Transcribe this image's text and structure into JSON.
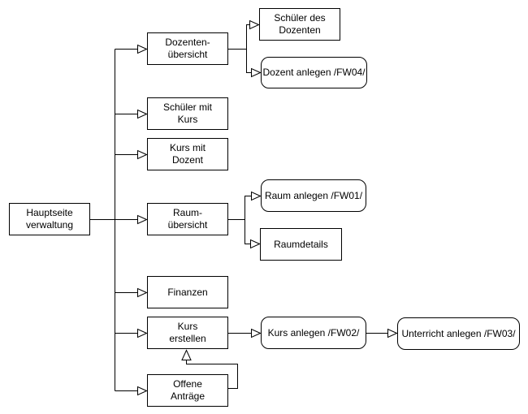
{
  "diagram": {
    "type": "flowchart-sitemap",
    "colors": {
      "stroke": "#000000",
      "node_fill": "#ffffff",
      "text": "#000000",
      "background": "#ffffff"
    },
    "nodes": {
      "hauptseite_verwaltung": {
        "label": "Hauptseite\nverwaltung",
        "shape": "rect"
      },
      "dozenten_uebersicht": {
        "label": "Dozenten-\nübersicht",
        "shape": "rect"
      },
      "schueler_des_dozenten": {
        "label": "Schüler des\nDozenten",
        "shape": "rect"
      },
      "dozent_anlegen_fw04": {
        "label": "Dozent anlegen /FW04/",
        "shape": "rounded"
      },
      "schueler_mit_kurs": {
        "label": "Schüler mit\nKurs",
        "shape": "rect"
      },
      "kurs_mit_dozent": {
        "label": "Kurs mit\nDozent",
        "shape": "rect"
      },
      "raum_uebersicht": {
        "label": "Raum-\nübersicht",
        "shape": "rect"
      },
      "raum_anlegen_fw01": {
        "label": "Raum anlegen /FW01/",
        "shape": "rounded"
      },
      "raumdetails": {
        "label": "Raumdetails",
        "shape": "rect"
      },
      "finanzen": {
        "label": "Finanzen",
        "shape": "rect"
      },
      "kurs_erstellen": {
        "label": "Kurs\nerstellen",
        "shape": "rect"
      },
      "kurs_anlegen_fw02": {
        "label": "Kurs anlegen /FW02/",
        "shape": "rounded"
      },
      "unterricht_anlegen_fw03": {
        "label": "Unterricht anlegen /FW03/",
        "shape": "rounded"
      },
      "offene_antraege": {
        "label": "Offene\nAnträge",
        "shape": "rect"
      }
    },
    "edges": [
      {
        "from": "hauptseite_verwaltung",
        "to": "dozenten_uebersicht"
      },
      {
        "from": "hauptseite_verwaltung",
        "to": "schueler_mit_kurs"
      },
      {
        "from": "hauptseite_verwaltung",
        "to": "kurs_mit_dozent"
      },
      {
        "from": "hauptseite_verwaltung",
        "to": "raum_uebersicht"
      },
      {
        "from": "hauptseite_verwaltung",
        "to": "finanzen"
      },
      {
        "from": "hauptseite_verwaltung",
        "to": "kurs_erstellen"
      },
      {
        "from": "hauptseite_verwaltung",
        "to": "offene_antraege"
      },
      {
        "from": "dozenten_uebersicht",
        "to": "schueler_des_dozenten"
      },
      {
        "from": "dozenten_uebersicht",
        "to": "dozent_anlegen_fw04"
      },
      {
        "from": "raum_uebersicht",
        "to": "raum_anlegen_fw01"
      },
      {
        "from": "raum_uebersicht",
        "to": "raumdetails"
      },
      {
        "from": "kurs_erstellen",
        "to": "kurs_anlegen_fw02"
      },
      {
        "from": "kurs_anlegen_fw02",
        "to": "unterricht_anlegen_fw03"
      },
      {
        "from": "offene_antraege",
        "to": "kurs_erstellen"
      }
    ]
  }
}
